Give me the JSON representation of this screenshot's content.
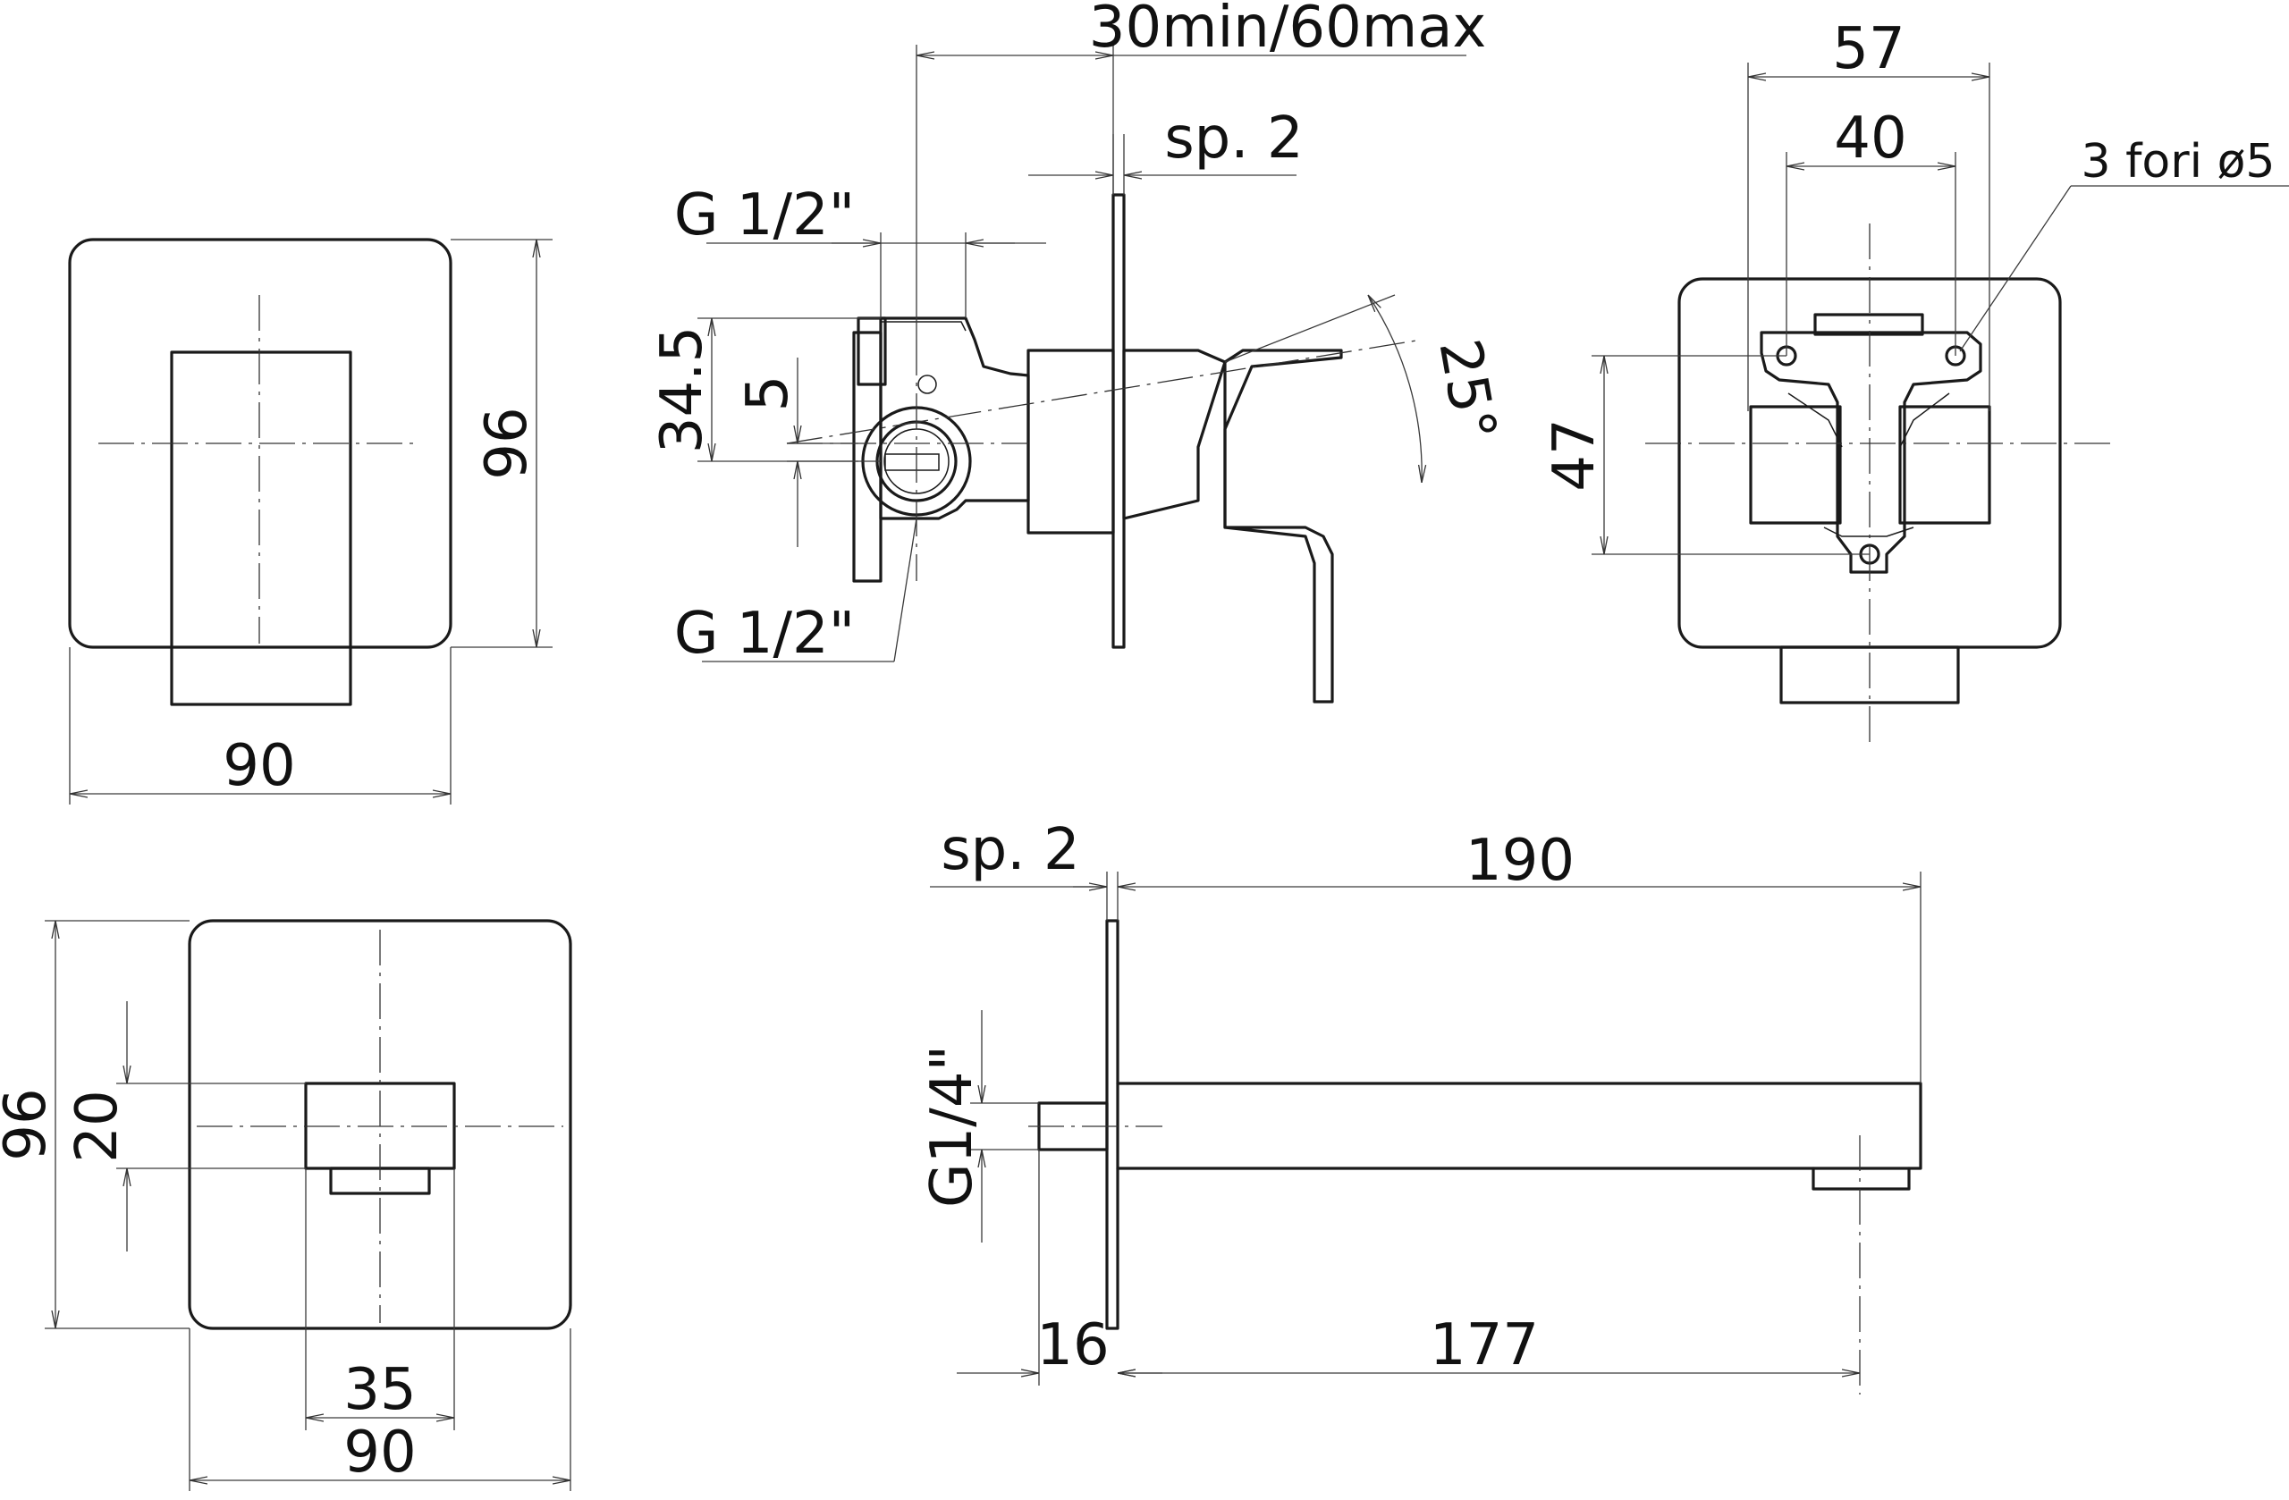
{
  "dims": {
    "handle_front_width": "90",
    "handle_front_height": "96",
    "install_depth": "30min/60max",
    "plate_thickness_top": "sp. 2",
    "inlet_top": "G 1/2\"",
    "inlet_bottom": "G 1/2\"",
    "offset_34": "34.5",
    "offset_5": "5",
    "lever_angle": "25°",
    "back_width_57": "57",
    "back_width_40": "40",
    "mount_holes": "3 fori ø5",
    "back_height_47": "47",
    "spout_plate_height": "96",
    "spout_outlet_height": "20",
    "spout_outlet_width": "35",
    "spout_plate_width": "90",
    "spout_plate_thickness": "sp. 2",
    "spout_length": "190",
    "spout_thread": "G1/4\"",
    "spout_tail": "16",
    "spout_reach": "177"
  }
}
